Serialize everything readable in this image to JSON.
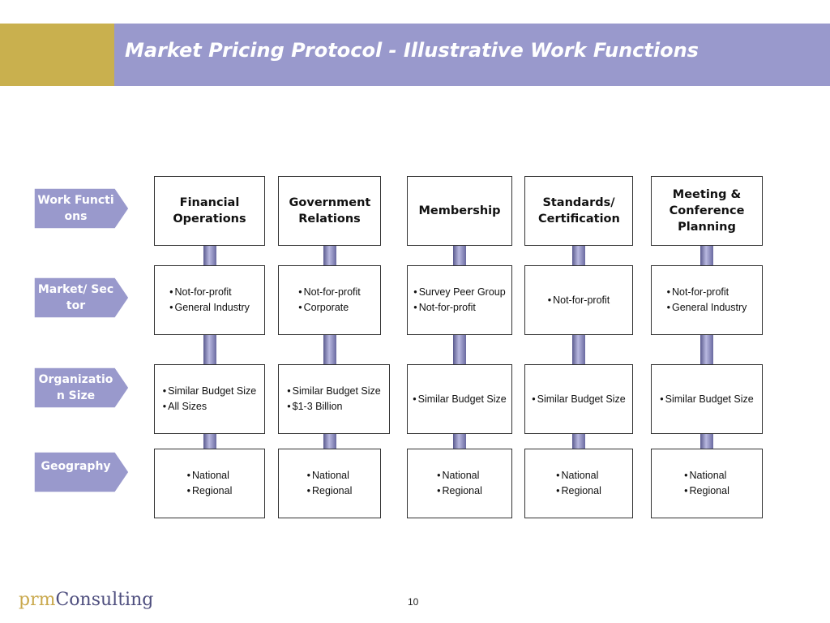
{
  "header": {
    "title": "Market Pricing Protocol - Illustrative Work Functions"
  },
  "row_labels": {
    "work_functions": "Work Functions",
    "market_sector": "Market/ Sector",
    "organization_size": "Organization Size",
    "geography": "Geography"
  },
  "columns": [
    {
      "heading": "Financial Operations",
      "sector": [
        "Not-for-profit",
        "General Industry"
      ],
      "size": [
        "Similar Budget Size",
        "All Sizes"
      ],
      "geography": [
        "National",
        "Regional"
      ]
    },
    {
      "heading": "Government Relations",
      "sector": [
        "Not-for-profit",
        "Corporate"
      ],
      "size": [
        "Similar Budget Size",
        "$1-3 Billion"
      ],
      "geography": [
        "National",
        "Regional"
      ]
    },
    {
      "heading": "Membership",
      "sector": [
        "Survey Peer Group",
        "Not-for-profit"
      ],
      "size": [
        "Similar Budget Size"
      ],
      "geography": [
        "National",
        "Regional"
      ]
    },
    {
      "heading": "Standards/ Certification",
      "sector": [
        "Not-for-profit"
      ],
      "size": [
        "Similar Budget Size"
      ],
      "geography": [
        "National",
        "Regional"
      ]
    },
    {
      "heading": "Meeting & Conference Planning",
      "sector": [
        "Not-for-profit",
        "General Industry"
      ],
      "size": [
        "Similar Budget Size"
      ],
      "geography": [
        "National",
        "Regional"
      ]
    }
  ],
  "footer": {
    "logo_prm": "prm",
    "logo_consulting": "Consulting",
    "page_number": "10"
  },
  "colors": {
    "header_bar": "#9999cc",
    "header_gold": "#c9b04e",
    "label_fill": "#9999cc",
    "logo_gold": "#c9a84c"
  }
}
